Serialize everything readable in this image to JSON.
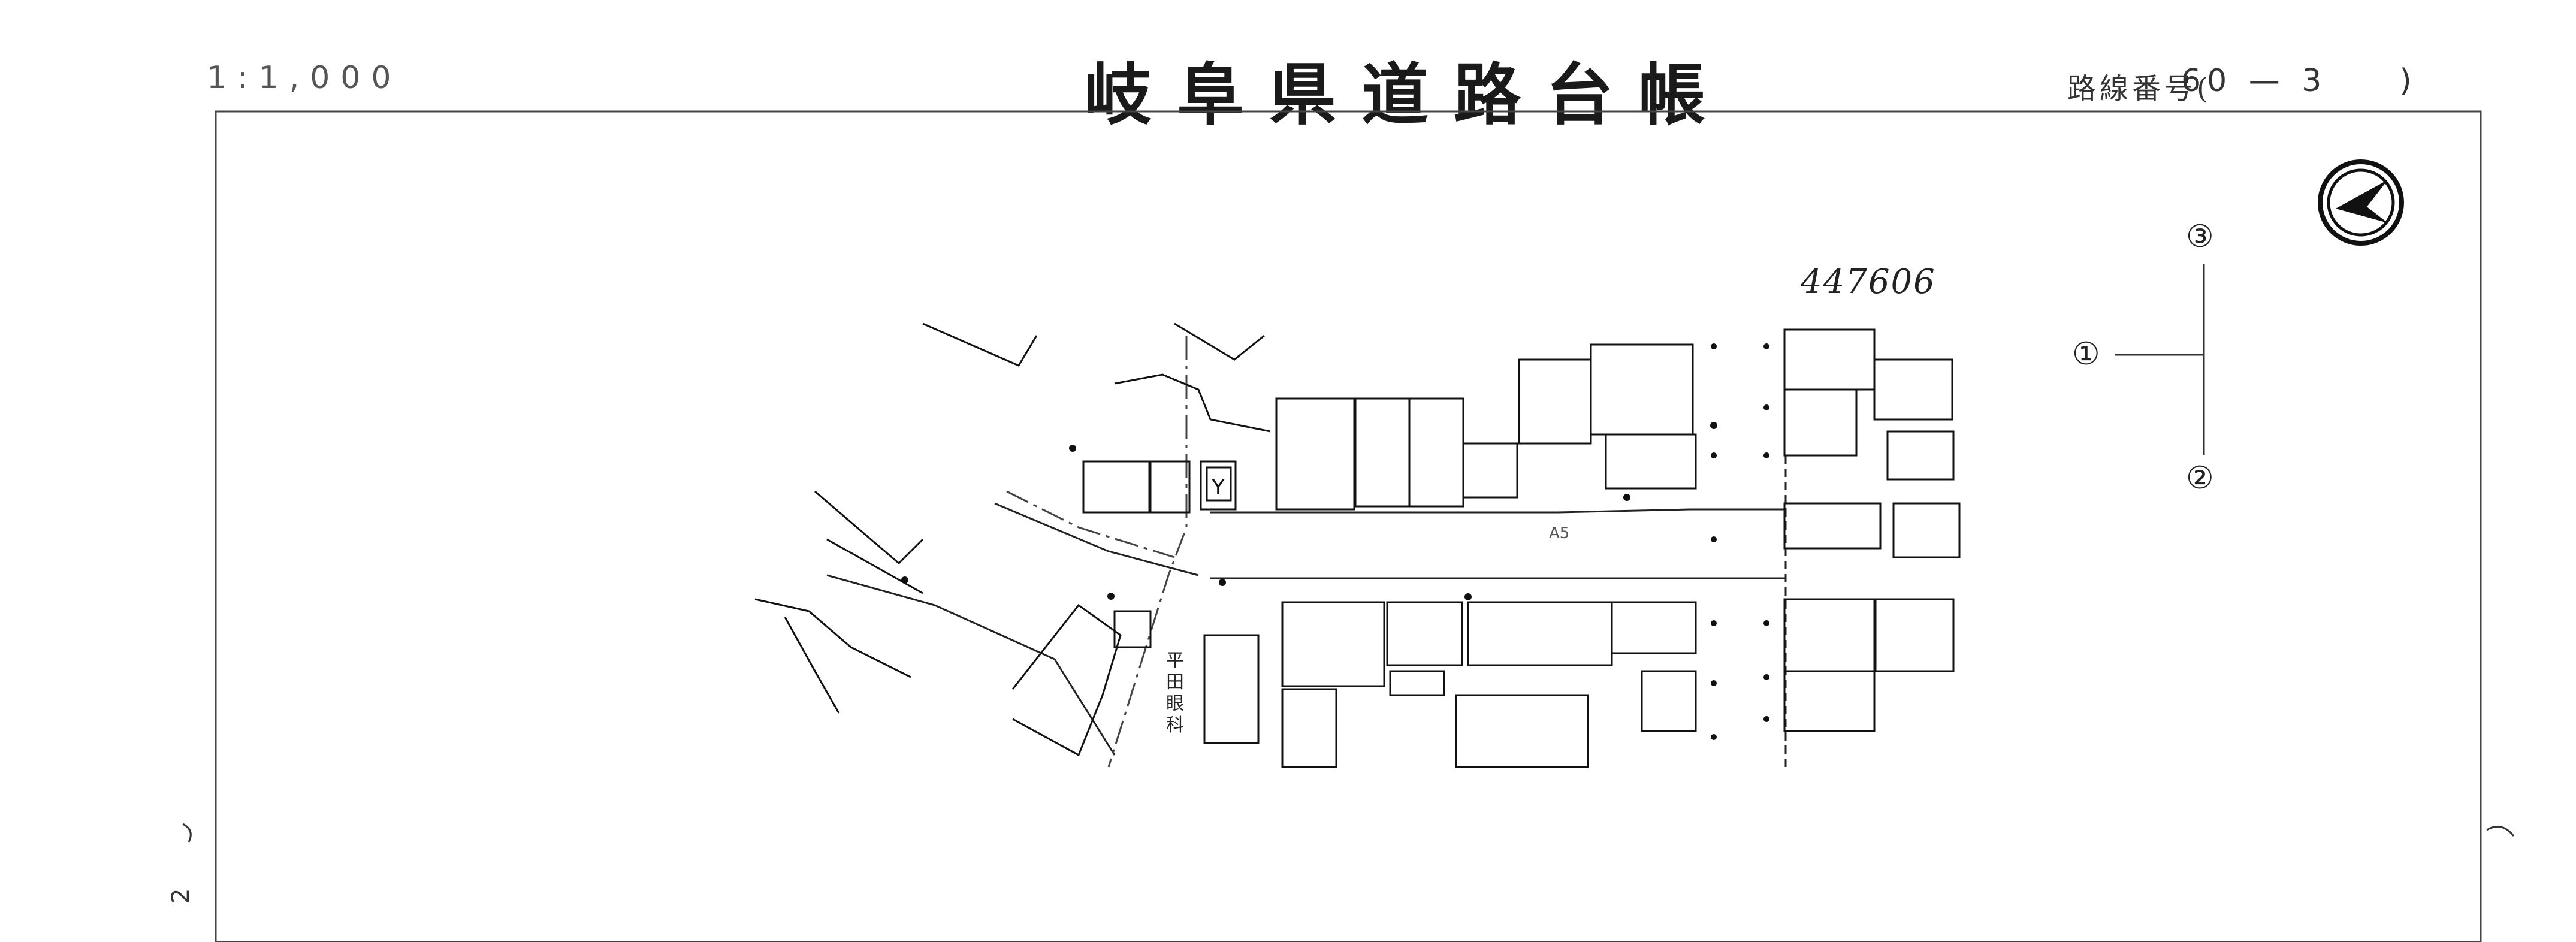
{
  "header": {
    "scale": "1:1,000",
    "title": "岐阜県道路台帳",
    "route_label": "路線番号(",
    "route_number": "60 — 3",
    "route_close": ")"
  },
  "map": {
    "handwritten_number": "447606",
    "clinic_label": "平田眼科",
    "road_label": "A5",
    "side_mark": "2"
  },
  "legend_index": {
    "numbers": [
      "①",
      "②",
      "③"
    ]
  }
}
